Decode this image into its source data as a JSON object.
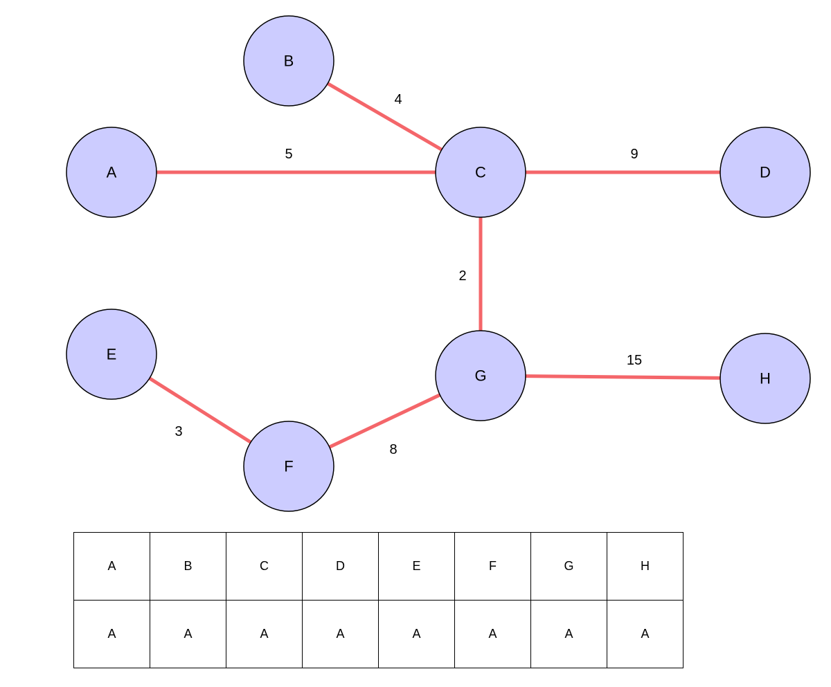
{
  "colors": {
    "edge": "#f4666a",
    "node_fill": "#ccccff",
    "node_stroke": "#000000"
  },
  "nodes": [
    {
      "id": "A",
      "label": "A"
    },
    {
      "id": "B",
      "label": "B"
    },
    {
      "id": "C",
      "label": "C"
    },
    {
      "id": "D",
      "label": "D"
    },
    {
      "id": "E",
      "label": "E"
    },
    {
      "id": "F",
      "label": "F"
    },
    {
      "id": "G",
      "label": "G"
    },
    {
      "id": "H",
      "label": "H"
    }
  ],
  "edges": [
    {
      "from": "A",
      "to": "C",
      "weight": "5"
    },
    {
      "from": "B",
      "to": "C",
      "weight": "4"
    },
    {
      "from": "C",
      "to": "D",
      "weight": "9"
    },
    {
      "from": "C",
      "to": "G",
      "weight": "2"
    },
    {
      "from": "E",
      "to": "F",
      "weight": "3"
    },
    {
      "from": "F",
      "to": "G",
      "weight": "8"
    },
    {
      "from": "G",
      "to": "H",
      "weight": "15"
    }
  ],
  "table": {
    "header_row": [
      "A",
      "B",
      "C",
      "D",
      "E",
      "F",
      "G",
      "H"
    ],
    "value_row": [
      "A",
      "A",
      "A",
      "A",
      "A",
      "A",
      "A",
      "A"
    ]
  }
}
